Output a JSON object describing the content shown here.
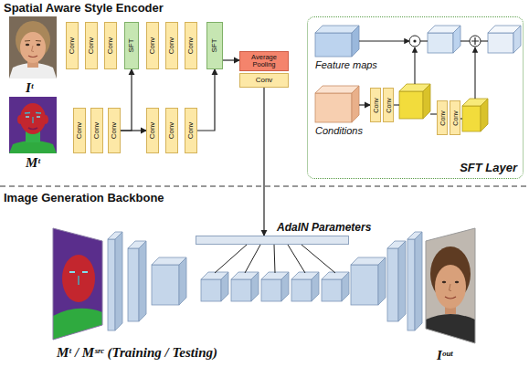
{
  "diagram": {
    "nodes": [
      {
        "text": [
          "Conv"
        ]
      },
      {
        "text": [
          "Conv"
        ]
      },
      {
        "text": [
          "Conv"
        ]
      },
      {
        "text": [
          "SFT"
        ]
      },
      {
        "text": [
          "Conv"
        ]
      },
      {
        "text": [
          "Conv"
        ]
      },
      {
        "text": [
          "Conv"
        ]
      },
      {
        "text": [
          "SFT"
        ]
      },
      {
        "text": [
          "Conv"
        ]
      },
      {
        "text": [
          "Conv"
        ]
      },
      {
        "text": [
          "Conv"
        ]
      },
      {
        "text": [
          "Conv"
        ]
      },
      {
        "text": [
          "Conv"
        ]
      },
      {
        "text": [
          "Conv"
        ]
      },
      {
        "text": [
          "Average Pooling"
        ]
      },
      {
        "text": [
          "Conv"
        ]
      },
      {
        "text": [
          "SFT Layer"
        ]
      },
      {
        "text": [
          "Feature maps"
        ],
        "in": 16
      },
      {
        "text": [
          "Conditions"
        ],
        "in": 16
      },
      {
        "text": [
          "Conv"
        ],
        "in": 16
      },
      {
        "text": [
          "Conv"
        ],
        "in": 16
      },
      {
        "text": [
          "Conv"
        ],
        "in": 16
      },
      {
        "text": [
          "Conv"
        ],
        "in": 16
      },
      {
        "text": [
          "AdaIN Parameters"
        ]
      }
    ],
    "edges": [
      {
        "from": 10,
        "to": 3,
        "arrow": "to"
      },
      {
        "from": 10,
        "to": 11,
        "arrow": "to"
      },
      {
        "from": 13,
        "to": 7,
        "arrow": "to"
      },
      {
        "from": 7,
        "to": 14,
        "arrow": "to"
      },
      {
        "from": 15,
        "to": 23,
        "arrow": "to"
      },
      {
        "from": 18,
        "to": 19,
        "arrow": "to"
      }
    ],
    "labels": [
      "Spatial Aware Style Encoder",
      "Iᵗ",
      "Mᵗ",
      "Image Generation Backbone",
      "Mᵗ / Mˢʳᶜ (Training / Testing)",
      "Iᵒᵘᵗ"
    ]
  }
}
